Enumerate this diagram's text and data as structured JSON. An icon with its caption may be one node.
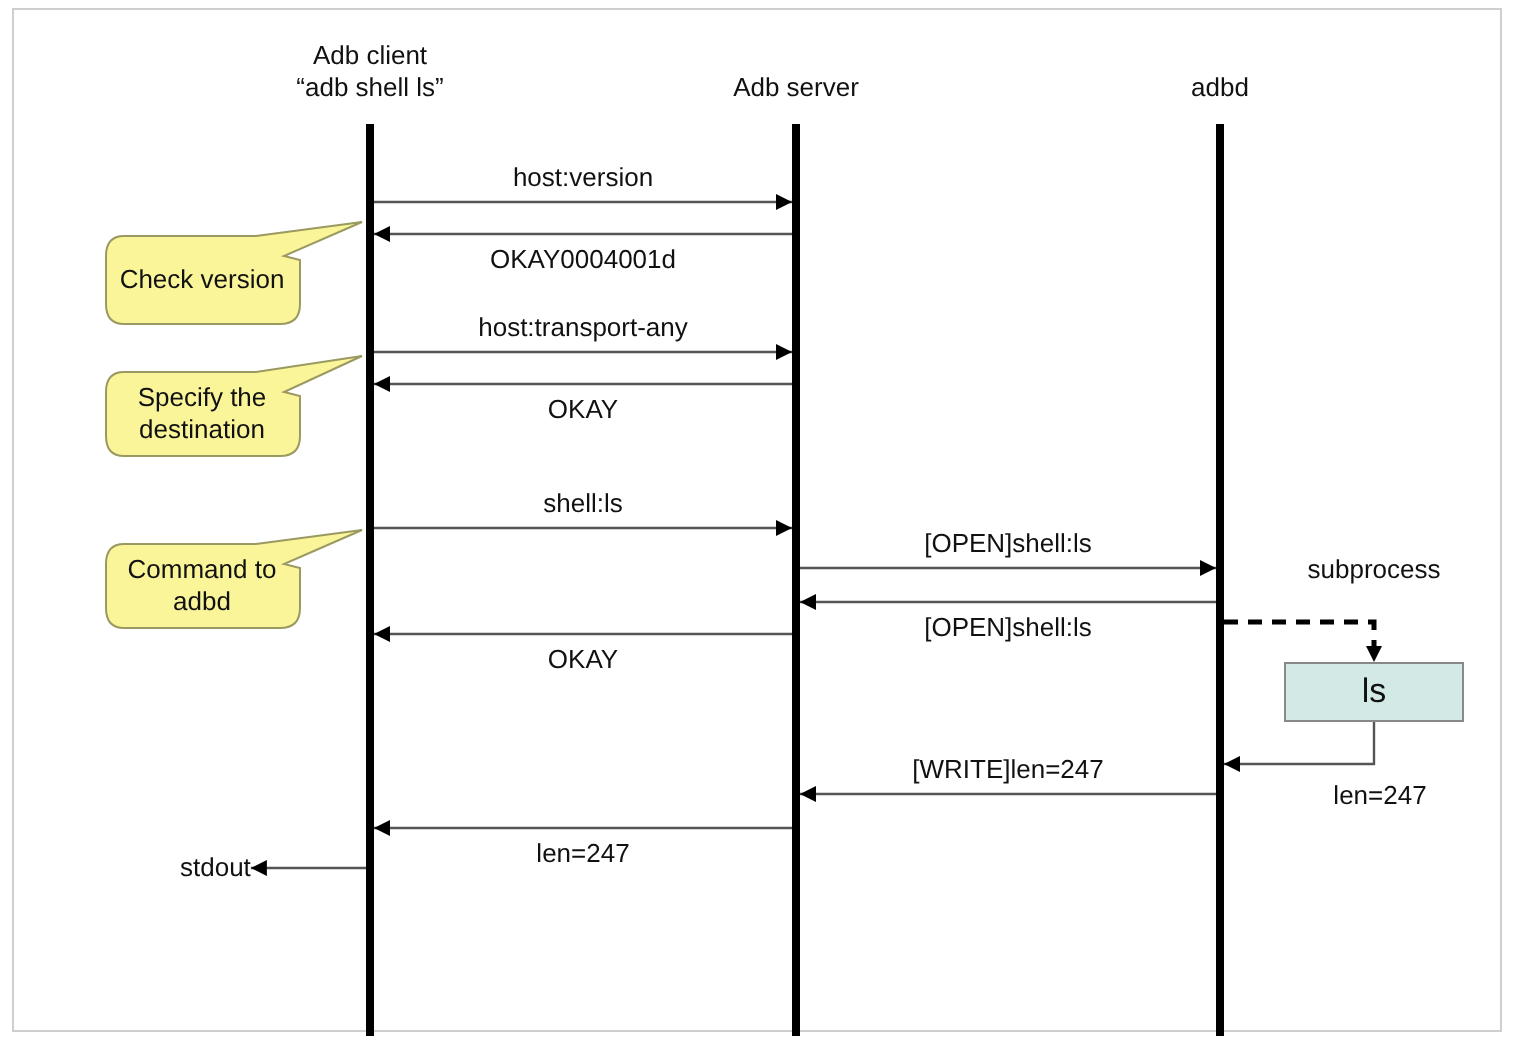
{
  "diagram": {
    "nodes": [
      {
        "text": [
          "Adb client",
          "“adb shell ls”"
        ]
      },
      {
        "text": [
          "Adb server"
        ]
      },
      {
        "text": [
          "adbd"
        ]
      },
      {
        "text": [
          "Check version"
        ]
      },
      {
        "text": [
          "Specify the destination"
        ]
      },
      {
        "text": [
          "Command to adbd"
        ]
      },
      {
        "text": [
          "ls"
        ],
        "beside": [
          "subprocess"
        ]
      },
      {
        "text": [
          "stdout"
        ]
      }
    ],
    "edges": [
      {
        "from": 0,
        "to": 1,
        "arrow": "to",
        "label": "host:version"
      },
      {
        "from": 1,
        "to": 0,
        "arrow": "to",
        "label": "OKAY0004001d"
      },
      {
        "from": 0,
        "to": 1,
        "arrow": "to",
        "label": "host:transport-any"
      },
      {
        "from": 1,
        "to": 0,
        "arrow": "to",
        "label": "OKAY"
      },
      {
        "from": 0,
        "to": 1,
        "arrow": "to",
        "label": "shell:ls"
      },
      {
        "from": 1,
        "to": 2,
        "arrow": "to",
        "label": "[OPEN]shell:ls"
      },
      {
        "from": 2,
        "to": 1,
        "arrow": "to",
        "label": "[OPEN]shell:ls"
      },
      {
        "from": 1,
        "to": 0,
        "arrow": "to",
        "label": "OKAY"
      },
      {
        "from": 2,
        "to": 6,
        "arrow": "to",
        "style": "dashed",
        "color": "#000000"
      },
      {
        "from": 6,
        "to": 2,
        "arrow": "to",
        "label": "len=247"
      },
      {
        "from": 2,
        "to": 1,
        "arrow": "to",
        "label": "[WRITE]len=247"
      },
      {
        "from": 1,
        "to": 0,
        "arrow": "to",
        "label": "len=247"
      },
      {
        "from": 0,
        "to": 7,
        "arrow": "to"
      }
    ]
  }
}
